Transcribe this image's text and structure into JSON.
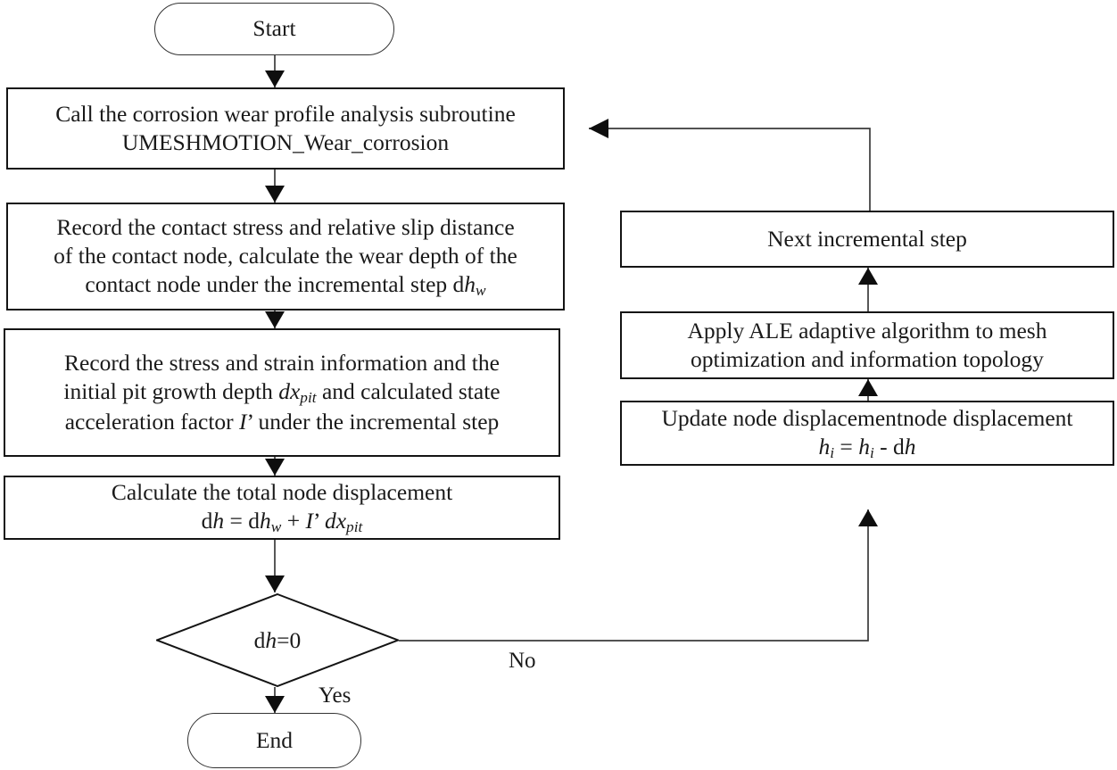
{
  "figure": {
    "type": "flowchart",
    "orientation": "two-column",
    "background_color": "#ffffff",
    "line_color": "#141414"
  },
  "nodes": {
    "start": {
      "shape": "terminator",
      "label": "Start"
    },
    "call_subroutine": {
      "shape": "process",
      "line1": "Call the corrosion wear profile analysis subroutine",
      "line2": "UMESHMOTION_Wear_corrosion"
    },
    "record_contact": {
      "shape": "process",
      "line1": "Record the contact stress and relative slip distance",
      "line2": "of the contact node, calculate the wear depth of the",
      "line3_pre": "contact node under the incremental step d",
      "line3_var": "h",
      "line3_sub": "w"
    },
    "record_stress": {
      "shape": "process",
      "line1": "Record the stress and strain information and the",
      "line2_pre": "initial pit growth depth ",
      "line2_var": "dx",
      "line2_sub": "pit",
      "line2_post": " and calculated state",
      "line3_pre": "acceleration factor ",
      "line3_var": "I",
      "line3_post": "’ under the incremental step"
    },
    "calc_total": {
      "shape": "process",
      "line1": "Calculate the total node displacement",
      "formula": "dh = dhw + I’ dxpit"
    },
    "decision": {
      "shape": "diamond",
      "formula": "dh=0",
      "branch_yes": "Yes",
      "branch_no": "No"
    },
    "end": {
      "shape": "terminator",
      "label": "End"
    },
    "next_step": {
      "shape": "process",
      "line1": "Next incremental step"
    },
    "apply_ale": {
      "shape": "process",
      "line1": "Apply ALE adaptive algorithm to mesh",
      "line2": "optimization and information topology"
    },
    "update_disp": {
      "shape": "process",
      "line1": "Update node displacementnode displacement",
      "formula": "hi = hi - dh"
    }
  },
  "edges": [
    {
      "from": "start",
      "to": "call_subroutine",
      "label": ""
    },
    {
      "from": "call_subroutine",
      "to": "record_contact",
      "label": ""
    },
    {
      "from": "record_contact",
      "to": "record_stress",
      "label": ""
    },
    {
      "from": "record_stress",
      "to": "calc_total",
      "label": ""
    },
    {
      "from": "calc_total",
      "to": "decision",
      "label": ""
    },
    {
      "from": "decision",
      "to": "end",
      "label": "Yes"
    },
    {
      "from": "decision",
      "to": "update_disp",
      "label": "No"
    },
    {
      "from": "update_disp",
      "to": "apply_ale",
      "label": ""
    },
    {
      "from": "apply_ale",
      "to": "next_step",
      "label": ""
    },
    {
      "from": "next_step",
      "to": "call_subroutine",
      "label": ""
    }
  ]
}
